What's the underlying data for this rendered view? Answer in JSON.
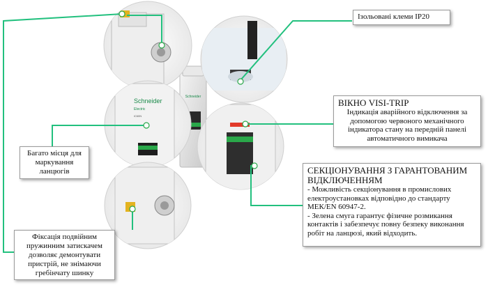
{
  "callouts": {
    "ip20": {
      "text": "Ізольовані клеми IP20"
    },
    "visi_trip": {
      "title": "ВІКНО VISI-TRIP",
      "body": "Індикація аварійного відключення за допомогою червоного механічного індикатора стану на передній панелі автоматичного вимикача"
    },
    "marking": {
      "text": "Багато місця для маркування ланцюгів"
    },
    "sectioning": {
      "title": "СЕКЦІОНУВАННЯ З ГАРАНТОВАНИМ ВІДКЛЮЧЕННЯМ",
      "line1": "- Можливість секціонування в промислових електроустановках відповідно до стандарту МЕК/EN 60947-2.",
      "line2": "- Зелена смуга гарантує фізичне розмикання контактів і забезпечує повну безпеку виконання робіт на ланцюзі, який відходить."
    },
    "fixation": {
      "text": "Фіксація подвійним пружинним затискачем дозволяє демонтувати пристрій, не знімаючи гребінчату шинку"
    }
  },
  "device": {
    "brand": "Schneider",
    "brand_sub": "Electric",
    "model": "iC60N"
  },
  "colors": {
    "accent": "#1fbf7a",
    "leader": "#22c07e",
    "indicator_red": "#e23a2a",
    "indicator_green": "#2aa84a"
  }
}
